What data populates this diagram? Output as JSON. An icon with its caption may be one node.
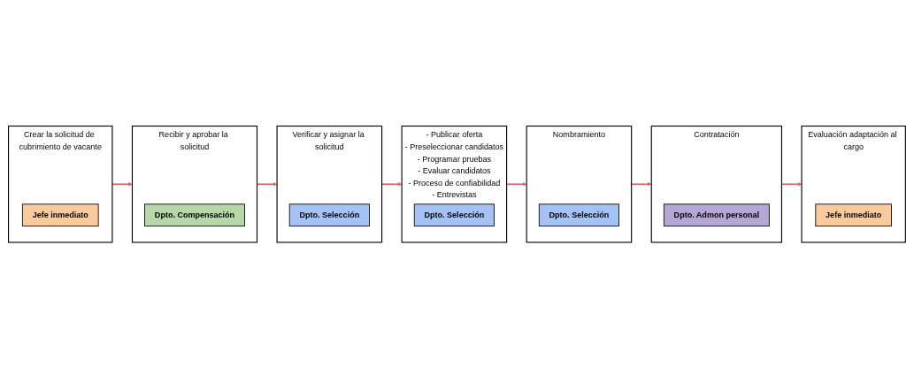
{
  "diagram": {
    "nodes": [
      {
        "text": [
          "Crear la solicitud de cubrimiento de vacante"
        ]
      },
      {
        "text": [
          "Jefe inmediato"
        ],
        "in": 0
      },
      {
        "text": [
          "Recibir y aprobar la solicitud"
        ]
      },
      {
        "text": [
          "Dpto. Compensación"
        ],
        "in": 2
      },
      {
        "text": [
          "Verificar y asignar la solicitud"
        ]
      },
      {
        "text": [
          "Dpto. Selección"
        ],
        "in": 4
      },
      {
        "text": [
          "- Publicar oferta",
          "- Preseleccionar candidatos",
          "- Programar pruebas",
          "- Evaluar candidatos",
          "- Proceso de confiabilidad",
          "- Entrevistas"
        ]
      },
      {
        "text": [
          "Dpto. Selección"
        ],
        "in": 6
      },
      {
        "text": [
          "Nombramiento"
        ]
      },
      {
        "text": [
          "Dpto. Selección"
        ],
        "in": 8
      },
      {
        "text": [
          "Contratación"
        ]
      },
      {
        "text": [
          "Dpto. Admon personal"
        ],
        "in": 10
      },
      {
        "text": [
          "Evaluación adaptación al cargo"
        ]
      },
      {
        "text": [
          "Jefe inmediato"
        ],
        "in": 12
      }
    ],
    "edges": [
      {
        "from": 0,
        "to": 2,
        "arrow": "to"
      },
      {
        "from": 2,
        "to": 4,
        "arrow": "to"
      },
      {
        "from": 4,
        "to": 6,
        "arrow": "to"
      },
      {
        "from": 6,
        "to": 8,
        "arrow": "to"
      },
      {
        "from": 8,
        "to": 10,
        "arrow": "to"
      },
      {
        "from": 10,
        "to": 12,
        "arrow": "to"
      }
    ]
  }
}
